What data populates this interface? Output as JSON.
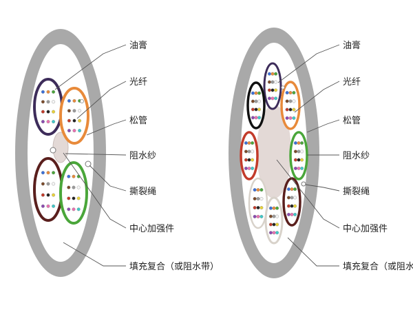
{
  "colors": {
    "jacket": "#a9a9a9",
    "filler_core": "#e3d9d6",
    "tube_purple": "#3d2c5a",
    "tube_orange": "#e88a3a",
    "tube_maroon": "#5a1f1d",
    "tube_green": "#4aa63a",
    "tube_black": "#111111",
    "tube_red": "#c23b2a",
    "tube_white_stroke": "#d8d2ca",
    "leader": "#555555"
  },
  "icons": {
    "tube": "loose-tube-icon",
    "fiber": "fiber-dot-icon",
    "yarn": "water-blocking-yarn-icon",
    "cord": "ripcord-icon"
  },
  "left_diagram": {
    "labels": {
      "ointment": "油膏",
      "fiber": "光纤",
      "loose_tube": "松管",
      "yarn": "阻水纱",
      "ripcord": "撕裂绳",
      "center_member": "中心加强件",
      "filler": "填充复合（或阻水带）"
    }
  },
  "right_diagram": {
    "labels": {
      "ointment": "油膏",
      "fiber": "光纤",
      "loose_tube": "松管",
      "yarn": "阻水纱",
      "ripcord": "撕裂绳",
      "center_member": "中心加强件",
      "filler": "填充复合（或阻水带）"
    }
  }
}
